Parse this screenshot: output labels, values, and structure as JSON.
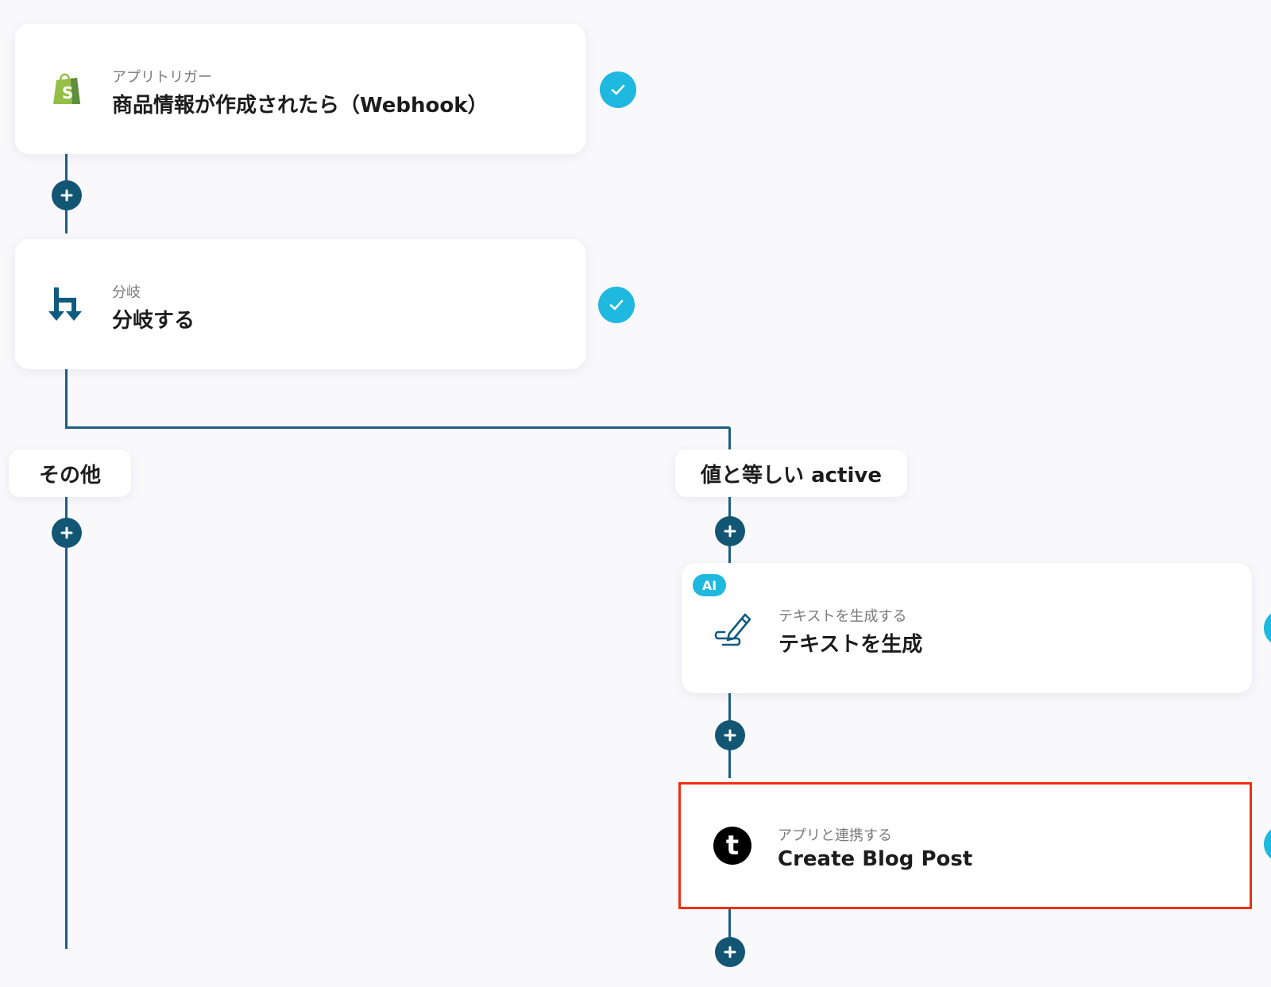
{
  "steps": {
    "trigger": {
      "sub": "アプリトリガー",
      "title": "商品情報が作成されたら（Webhook）",
      "icon": "shopify-icon"
    },
    "branch": {
      "sub": "分岐",
      "title": "分岐する",
      "icon": "branch-icon"
    },
    "ai_text": {
      "badge": "AI",
      "sub": "テキストを生成する",
      "title": "テキストを生成",
      "icon": "pen-icon"
    },
    "tumblr": {
      "sub": "アプリと連携する",
      "title": "Create Blog Post",
      "icon": "tumblr-icon"
    }
  },
  "branches": {
    "other": {
      "label": "その他"
    },
    "equals": {
      "label": "値と等しい active"
    }
  },
  "colors": {
    "line": "#1f5f82",
    "plus": "#135674",
    "check": "#1fb8de",
    "highlight": "#ef2f12",
    "background": "#f9f8fb"
  }
}
